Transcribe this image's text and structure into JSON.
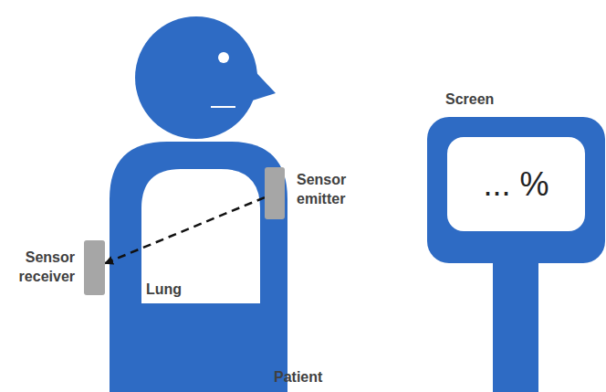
{
  "diagram": {
    "nodes": [
      {
        "text": [
          "Sensor emitter"
        ]
      },
      {
        "text": [
          "Sensor receiver"
        ]
      },
      {
        "text": [
          "Screen",
          "... %"
        ]
      }
    ],
    "edges": [
      {
        "from": 0,
        "to": 1,
        "arrow": "to"
      }
    ],
    "labels": [
      "Lung",
      "Patient"
    ]
  }
}
